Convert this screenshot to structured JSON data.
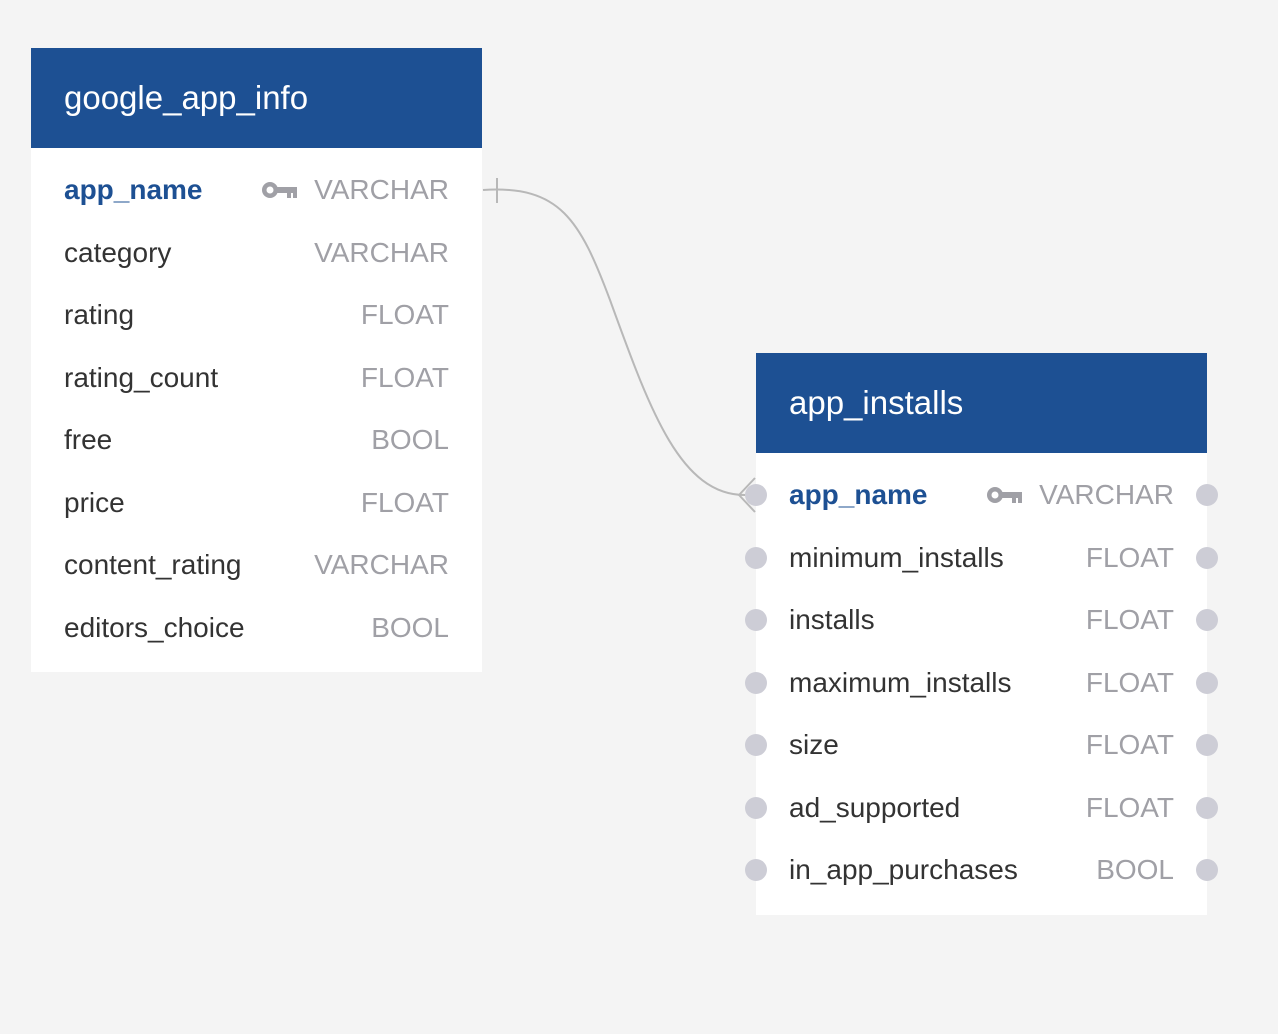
{
  "tables": [
    {
      "name": "google_app_info",
      "columns": [
        {
          "name": "app_name",
          "type": "VARCHAR",
          "pk": true
        },
        {
          "name": "category",
          "type": "VARCHAR",
          "pk": false
        },
        {
          "name": "rating",
          "type": "FLOAT",
          "pk": false
        },
        {
          "name": "rating_count",
          "type": "FLOAT",
          "pk": false
        },
        {
          "name": "free",
          "type": "BOOL",
          "pk": false
        },
        {
          "name": "price",
          "type": "FLOAT",
          "pk": false
        },
        {
          "name": "content_rating",
          "type": "VARCHAR",
          "pk": false
        },
        {
          "name": "editors_choice",
          "type": "BOOL",
          "pk": false
        }
      ]
    },
    {
      "name": "app_installs",
      "columns": [
        {
          "name": "app_name",
          "type": "VARCHAR",
          "pk": true
        },
        {
          "name": "minimum_installs",
          "type": "FLOAT",
          "pk": false
        },
        {
          "name": "installs",
          "type": "FLOAT",
          "pk": false
        },
        {
          "name": "maximum_installs",
          "type": "FLOAT",
          "pk": false
        },
        {
          "name": "size",
          "type": "FLOAT",
          "pk": false
        },
        {
          "name": "ad_supported",
          "type": "FLOAT",
          "pk": false
        },
        {
          "name": "in_app_purchases",
          "type": "BOOL",
          "pk": false
        }
      ]
    }
  ],
  "relationship": {
    "from_table": "google_app_info",
    "from_column": "app_name",
    "from_cardinality": "one",
    "to_table": "app_installs",
    "to_column": "app_name",
    "to_cardinality": "many"
  },
  "icons": {
    "primary_key": "key-icon",
    "connector": "connector-dot-icon"
  },
  "colors": {
    "background": "#f4f4f4",
    "header": "#1d5093",
    "primary_key_text": "#1d5093",
    "column_text": "#333333",
    "type_text": "#a0a0a6",
    "connector_dot": "#cdcdd6",
    "relation_line": "#b8b8b8"
  }
}
